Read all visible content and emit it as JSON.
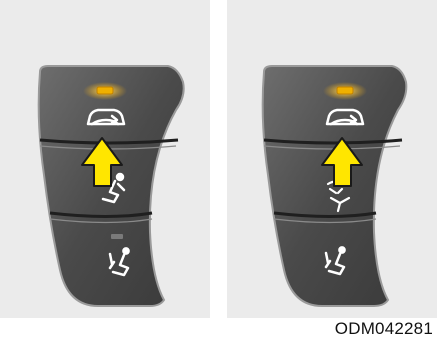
{
  "figure": {
    "image_code": "ODM042281",
    "panels": [
      {
        "id": "left",
        "buttons": [
          "recirculation-button",
          "face-vent-button",
          "floor-vent-button"
        ],
        "active_indicator": "amber",
        "arrow": "yellow-up-arrow",
        "middle_icon": "face-vent-icon",
        "bottom_icon": "floor-vent-icon"
      },
      {
        "id": "right",
        "buttons": [
          "recirculation-button",
          "seat-ventilation-button",
          "floor-vent-button"
        ],
        "active_indicator": "amber",
        "arrow": "yellow-up-arrow",
        "middle_icon": "seat-vent-icon",
        "bottom_icon": "floor-vent-icon"
      }
    ],
    "colors": {
      "panel_bg": "#ebebeb",
      "button_body": "#4a4a4a",
      "button_edge": "#9a9a9a",
      "arrow": "#ffe600",
      "indicator": "#f0b000"
    }
  }
}
